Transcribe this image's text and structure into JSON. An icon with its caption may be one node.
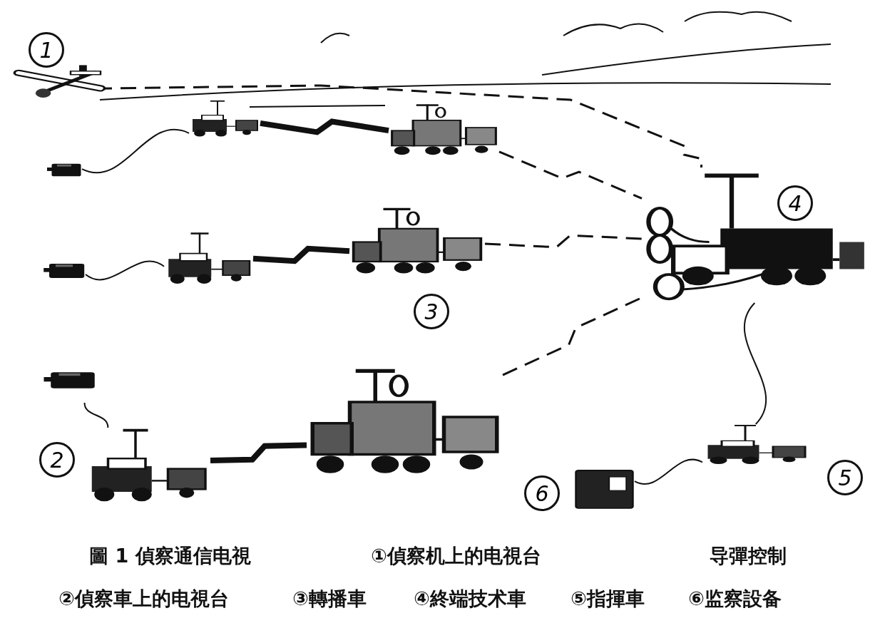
{
  "diagram": {
    "caption": "圖 1 偵察通信电視",
    "nodes": [
      {
        "text": [],
        "shape": "picture"
      },
      {
        "text": [],
        "shape": "picture"
      },
      {
        "text": [],
        "shape": "picture"
      },
      {
        "text": [],
        "shape": "picture"
      },
      {
        "text": [],
        "shape": "picture"
      },
      {
        "text": [],
        "shape": "picture"
      },
      {
        "text": [],
        "shape": "picture"
      },
      {
        "text": [],
        "shape": "picture"
      },
      {
        "text": [],
        "shape": "picture"
      },
      {
        "text": [],
        "shape": "picture"
      },
      {
        "text": [],
        "shape": "picture"
      },
      {
        "text": [],
        "shape": "picture"
      },
      {
        "text": [],
        "shape": "picture"
      }
    ],
    "edges": [
      {
        "from": 0,
        "to": 7,
        "arrow": "none",
        "style": "dashed"
      },
      {
        "from": 1,
        "to": 2,
        "arrow": "none"
      },
      {
        "from": 2,
        "to": 3,
        "arrow": "none",
        "style": "thick"
      },
      {
        "from": 3,
        "to": 7,
        "arrow": "none",
        "style": "dashed"
      },
      {
        "from": 4,
        "to": 5,
        "arrow": "none"
      },
      {
        "from": 5,
        "to": 6,
        "arrow": "none",
        "style": "thick"
      },
      {
        "from": 6,
        "to": 7,
        "arrow": "none",
        "style": "dashed"
      },
      {
        "from": 8,
        "to": 9,
        "arrow": "none"
      },
      {
        "from": 9,
        "to": 10,
        "arrow": "none",
        "style": "thick"
      },
      {
        "from": 10,
        "to": 7,
        "arrow": "none",
        "style": "dashed"
      },
      {
        "from": 7,
        "to": 11,
        "arrow": "none"
      },
      {
        "from": 11,
        "to": 12,
        "arrow": "none"
      }
    ],
    "labels": [
      "1",
      "4",
      "3",
      "2",
      "5",
      "6",
      "①偵察机上的电視台",
      "导彈控制",
      "②偵察車上的电視台",
      "③轉播車",
      "④終端技术車",
      "⑤指揮車",
      "⑥监察設备"
    ]
  }
}
